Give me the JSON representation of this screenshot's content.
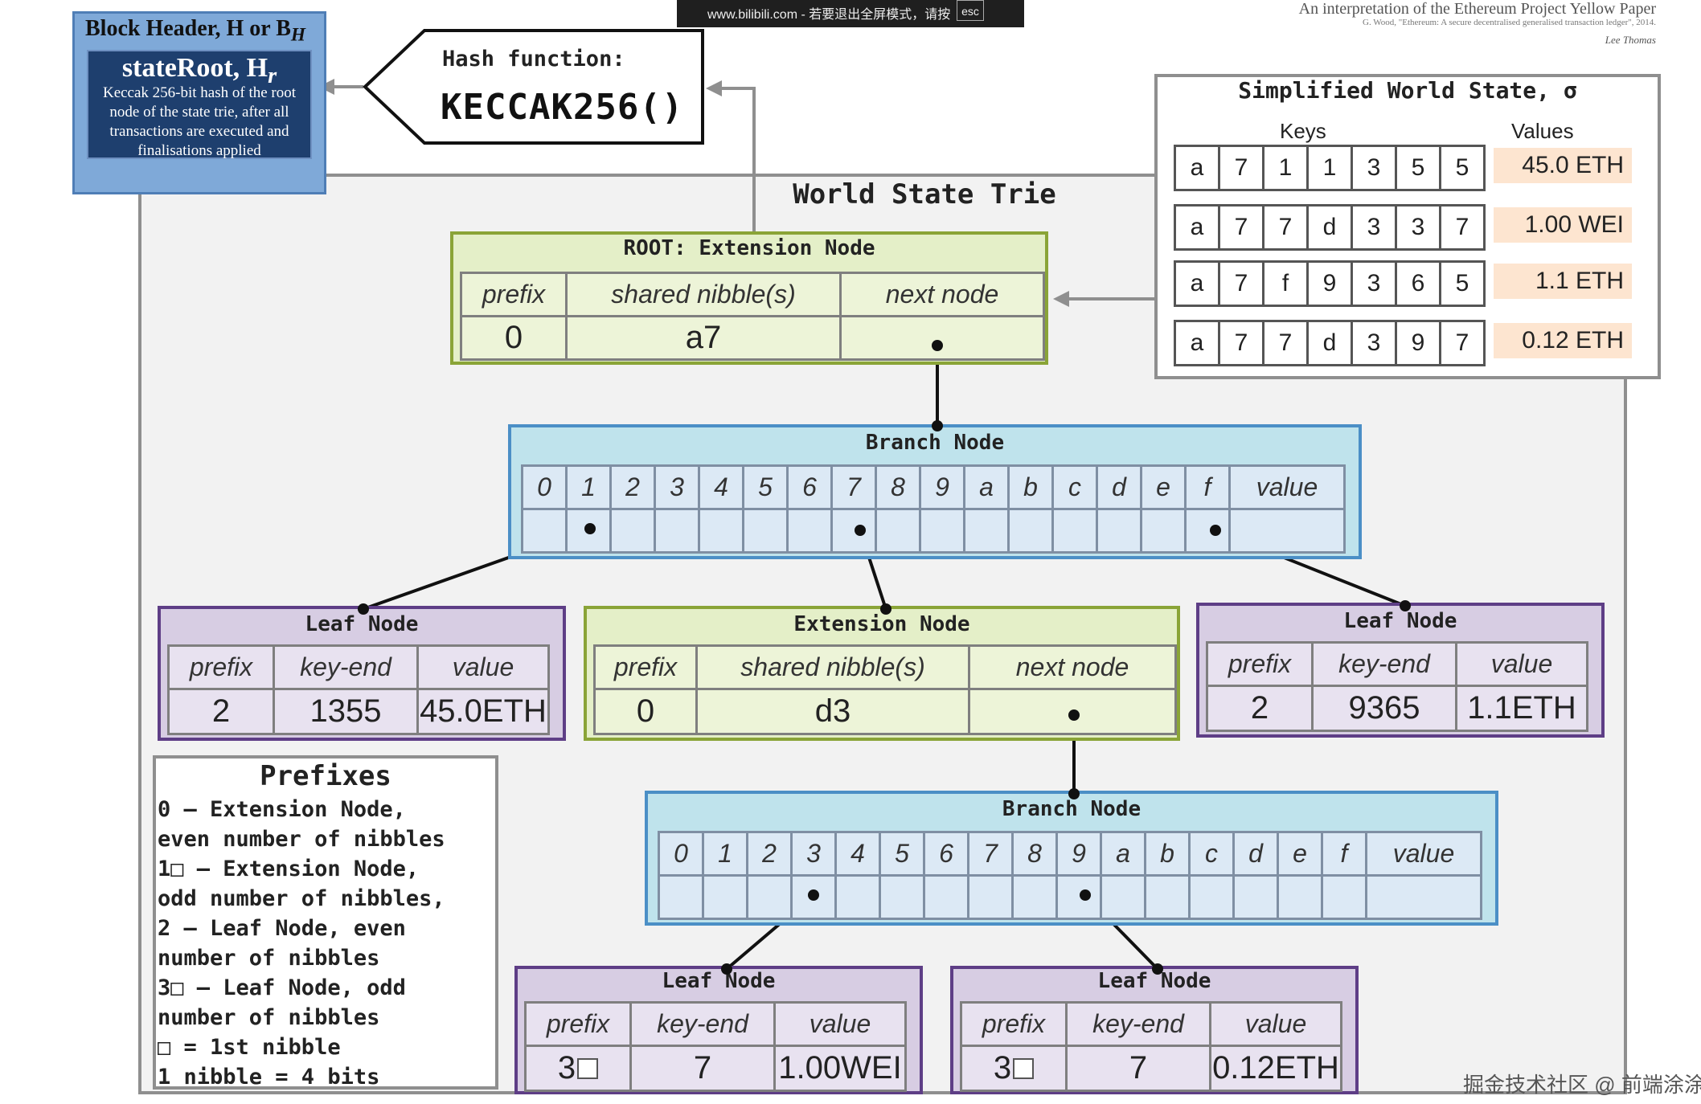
{
  "top_bar": {
    "text": "www.bilibili.com - 若要退出全屏模式，请按",
    "key": "esc"
  },
  "paper": {
    "title": "An interpretation of the Ethereum Project Yellow Paper",
    "cite": "G. Wood, \"Ethereum: A secure decentralised generalised transaction ledger\", 2014.",
    "author": "Lee Thomas"
  },
  "block_header": {
    "title": "Block Header, H or B",
    "title_sub": "H",
    "state_root": "stateRoot, H",
    "state_root_sub": "r",
    "description": "Keccak 256-bit hash of the root node of the state trie, after all transactions are executed and finalisations applied"
  },
  "hash": {
    "label": "Hash function:",
    "func": "KECCAK256()"
  },
  "world_state_trie": {
    "title": "World State Trie"
  },
  "simplified_world_state": {
    "title": "Simplified World State, σ",
    "keys_label": "Keys",
    "values_label": "Values",
    "rows": [
      {
        "key": [
          "a",
          "7",
          "1",
          "1",
          "3",
          "5",
          "5"
        ],
        "value": "45.0 ETH"
      },
      {
        "key": [
          "a",
          "7",
          "7",
          "d",
          "3",
          "3",
          "7"
        ],
        "value": "1.00 WEI"
      },
      {
        "key": [
          "a",
          "7",
          "f",
          "9",
          "3",
          "6",
          "5"
        ],
        "value": "1.1 ETH"
      },
      {
        "key": [
          "a",
          "7",
          "7",
          "d",
          "3",
          "9",
          "7"
        ],
        "value": "0.12 ETH"
      }
    ]
  },
  "root_node": {
    "title": "ROOT: Extension Node",
    "headers": [
      "prefix",
      "shared nibble(s)",
      "next node"
    ],
    "values": [
      "0",
      "a7",
      ""
    ]
  },
  "branch_labels": [
    "0",
    "1",
    "2",
    "3",
    "4",
    "5",
    "6",
    "7",
    "8",
    "9",
    "a",
    "b",
    "c",
    "d",
    "e",
    "f",
    "value"
  ],
  "branch1": {
    "title": "Branch Node"
  },
  "branch2": {
    "title": "Branch Node"
  },
  "leaf1": {
    "title": "Leaf Node",
    "headers": [
      "prefix",
      "key-end",
      "value"
    ],
    "values": [
      "2",
      "1355",
      "45.0ETH"
    ]
  },
  "ext2": {
    "title": "Extension Node",
    "headers": [
      "prefix",
      "shared nibble(s)",
      "next node"
    ],
    "values": [
      "0",
      "d3",
      ""
    ]
  },
  "leaf2": {
    "title": "Leaf Node",
    "headers": [
      "prefix",
      "key-end",
      "value"
    ],
    "values": [
      "2",
      "9365",
      "1.1ETH"
    ]
  },
  "leaf3": {
    "title": "Leaf Node",
    "headers": [
      "prefix",
      "key-end",
      "value"
    ],
    "values": [
      "3",
      "7",
      "1.00WEI"
    ]
  },
  "leaf4": {
    "title": "Leaf Node",
    "headers": [
      "prefix",
      "key-end",
      "value"
    ],
    "values": [
      "3",
      "7",
      "0.12ETH"
    ]
  },
  "prefixes": {
    "title": "Prefixes",
    "lines": [
      "0 – Extension Node,",
      "even number of nibbles",
      "1□ – Extension Node,",
      "odd number of nibbles,",
      "2 – Leaf Node, even",
      "number of nibbles",
      "3□ – Leaf Node, odd",
      "number of nibbles",
      "□ = 1st nibble",
      "1 nibble = 4 bits"
    ]
  },
  "watermark": "掘金技术社区 @ 前端涂涂"
}
